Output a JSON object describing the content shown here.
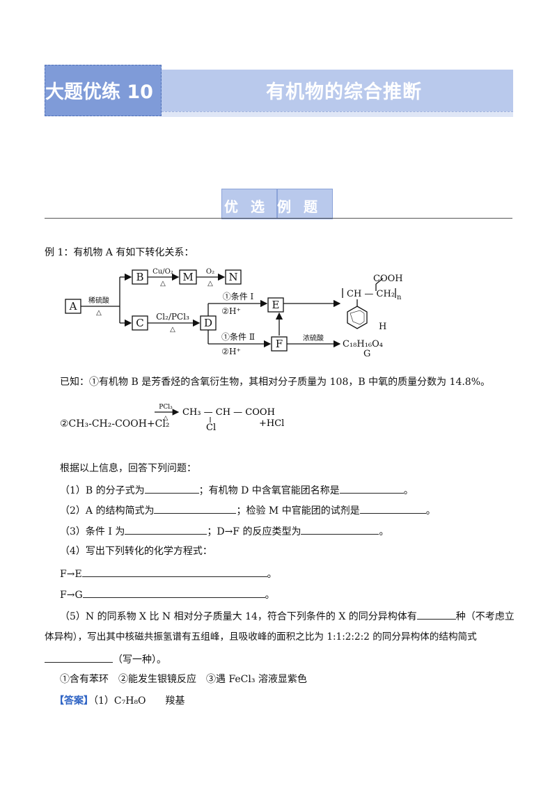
{
  "header": {
    "series_title": "大题优练 10",
    "topic_title": "有机物的综合推断",
    "section_badge": "优选例题"
  },
  "question": {
    "intro": "例 1：有机物 A 有如下转化关系：",
    "scheme": {
      "A": "A",
      "B": "B",
      "M": "M",
      "N": "N",
      "C": "C",
      "D": "D",
      "E": "E",
      "F": "F",
      "reagent_A": "稀硫酸",
      "reagent_B_M": "Cu/O₂",
      "reagent_M_N": "O₂",
      "reagent_C_D": "Cl₂/PCl₃",
      "delta": "△",
      "D_E_1": "①条件 I",
      "D_E_2": "②H⁺",
      "D_F_1": "①条件 Ⅱ",
      "D_F_2": "②H⁺",
      "reagent_F_G": "浓硫酸",
      "G_formula": "C₁₈H₁₆O₄",
      "G_label": "G",
      "H_label": "H",
      "H_cooh": "COOH",
      "H_chain": "CH — CH₂",
      "H_n": "n"
    },
    "known_1": "已知：①有机物 B 是芳香烃的含氧衍生物，其相对分子质量为 108，B 中氧的质量分数为 14.8%。",
    "known_2": {
      "left": "②CH₃-CH₂-COOH+Cl₂",
      "reagent": "PCl₃",
      "delta": "△",
      "product": "CH₃ — CH — COOH",
      "cl": "Cl",
      "tail": "+HCl"
    },
    "prompt": "根据以上信息，回答下列问题：",
    "q1a": "（1）B 的分子式为",
    "q1b": "；有机物 D 中含氧官能团名称是",
    "q1c": "。",
    "q2a": "（2）A 的结构简式为",
    "q2b": "；检验 M 中官能团的试剂是",
    "q2c": "。",
    "q3a": "（3）条件 I 为",
    "q3b": "；D→F 的反应类型为",
    "q3c": "。",
    "q4": "（4）写出下列转化的化学方程式：",
    "q4_fe": "F→E",
    "q4_fg": "F→G",
    "q4_end": "。",
    "q5a": "（5）N 的同系物 X 比 N 相对分子质量大 14，符合下列条件的 X 的同分异构体有",
    "q5b": "种（不考虑立",
    "q5c": "体异构），写出其中核磁共振氢谱有五组峰，且吸收峰的面积之比为 1:1:2:2:2 的同分异构体的结构简式",
    "q5d": "（写一种）。",
    "conditions": "①含有苯环　②能发生银镜反应　③遇 FeCl₃ 溶液显紫色",
    "answer_label": "【答案】",
    "answer_text": "（1）C₇H₈O　　羧基"
  }
}
